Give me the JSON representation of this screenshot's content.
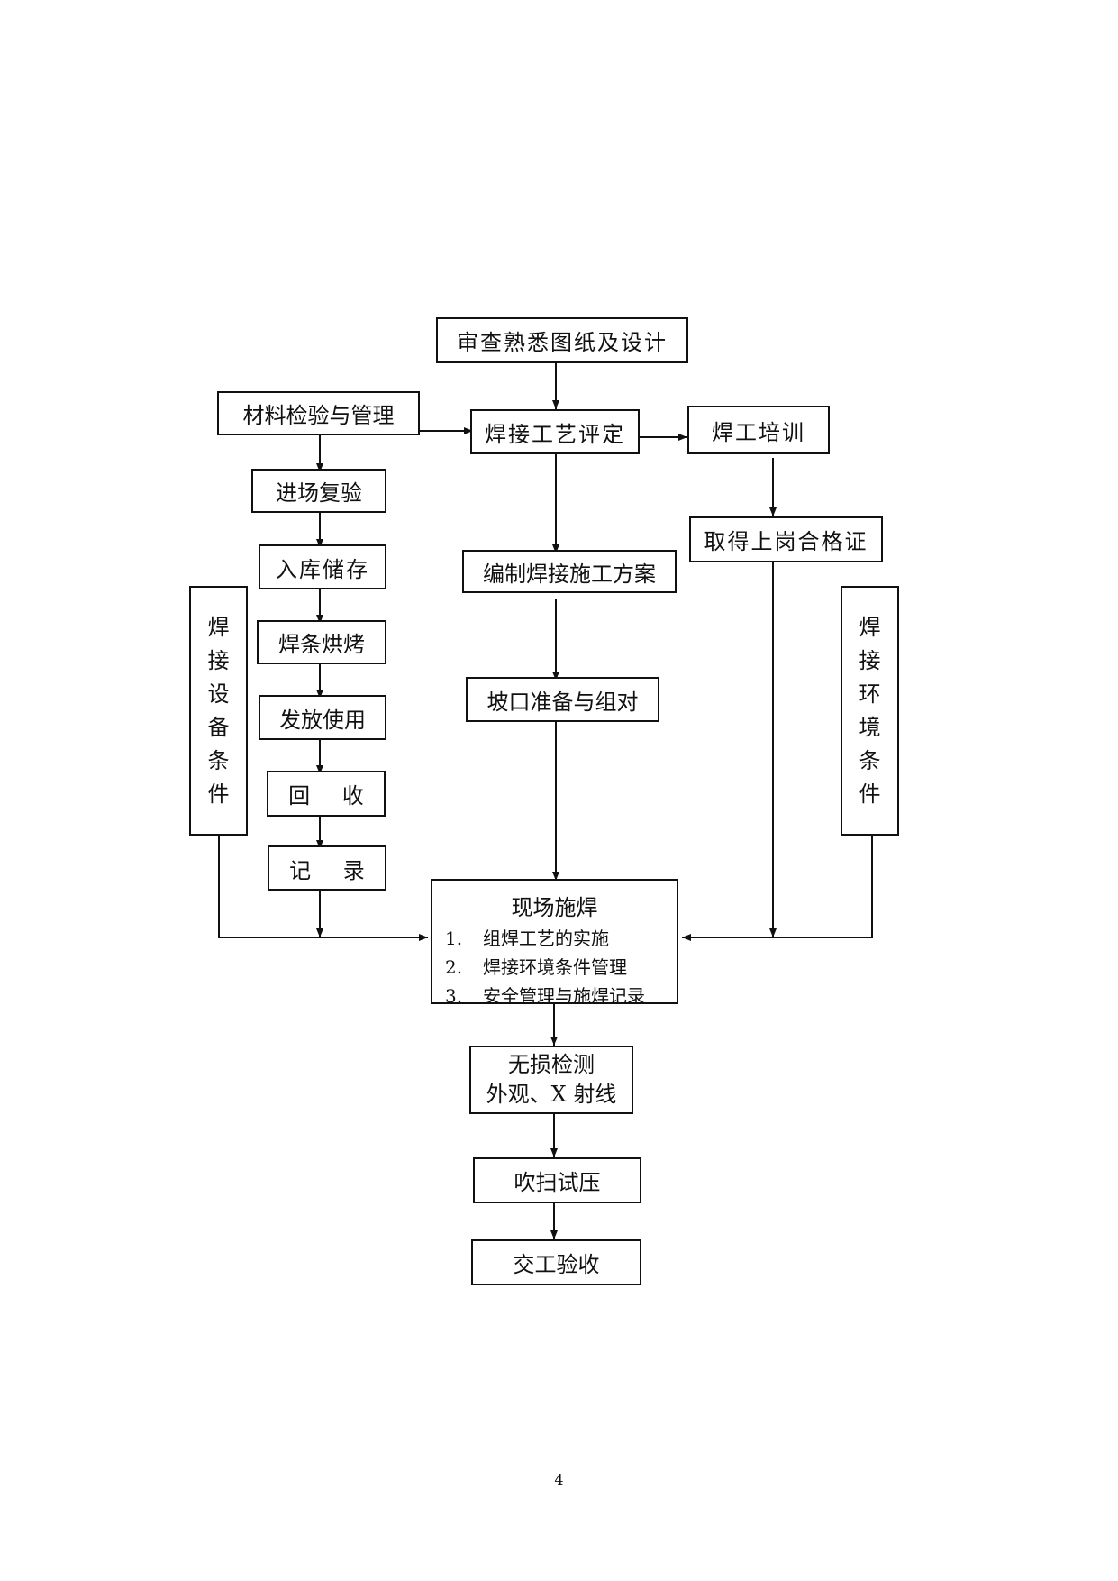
{
  "diagram": {
    "title_box": "审查熟悉图纸及设计",
    "material": "材料检验与管理",
    "procedure_qualification": "焊接工艺评定",
    "welder_training": "焊工培训",
    "welder_certificate": "取得上岗合格证",
    "material_chain": [
      "进场复验",
      "入库储存",
      "焊条烘烤",
      "发放使用",
      "回 收",
      "记 录"
    ],
    "plan": "编制焊接施工方案",
    "groove": "坡口准备与组对",
    "equipment_chars": [
      "焊",
      "接",
      "设",
      "备",
      "条",
      "件"
    ],
    "environment_chars": [
      "焊",
      "接",
      "环",
      "境",
      "条",
      "件"
    ],
    "site_welding": {
      "title": "现场施焊",
      "items": [
        {
          "num": "1.",
          "text": "组焊工艺的实施"
        },
        {
          "num": "2.",
          "text": "焊接环境条件管理"
        },
        {
          "num": "3.",
          "text": "安全管理与施焊记录"
        }
      ]
    },
    "ndt": {
      "line1": "无损检测",
      "line2": "外观、X 射线"
    },
    "purge_test": "吹扫试压",
    "handover": "交工验收"
  },
  "page_number": "4"
}
